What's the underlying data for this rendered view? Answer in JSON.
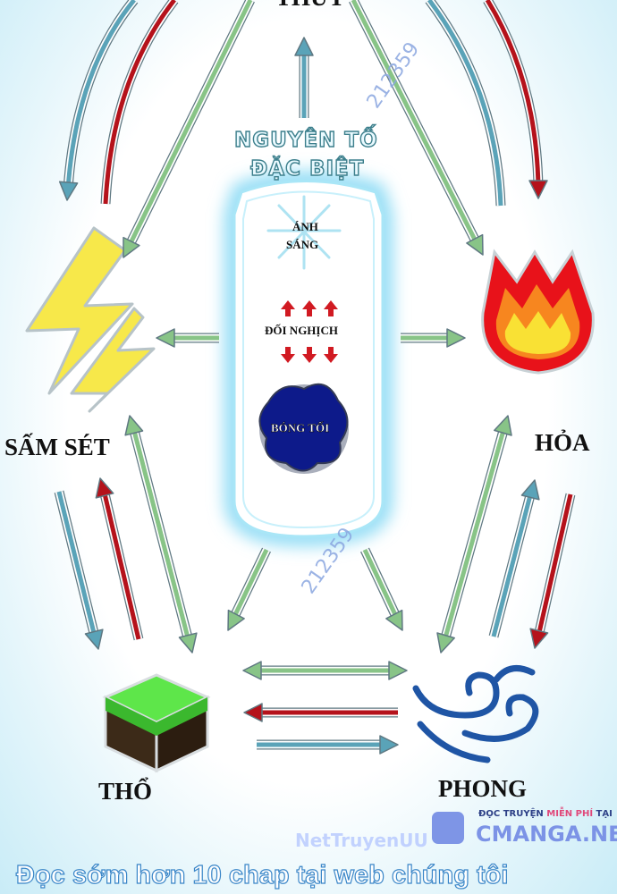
{
  "nodes": {
    "top": "THỦY",
    "left": "SẤM SÉT",
    "right": "HỎA",
    "bottom_left": "THỔ",
    "bottom_right": "PHONG"
  },
  "center": {
    "title_line1": "NGUYÊN TỐ",
    "title_line2": "ĐẶC BIỆT",
    "light_line1": "ÁNH",
    "light_line2": "SÁNG",
    "opposition": "ĐỐI NGHỊCH",
    "darkness": "BÓNG TỐI"
  },
  "colors": {
    "generate": "#88c487",
    "overcome": "#b5121b",
    "flow": "#5aa3b8",
    "outline": "#5f7882",
    "glow": "#8fdcf5"
  },
  "watermarks": [
    "212359",
    "212359"
  ],
  "footer": {
    "banner": "Đọc sớm hơn 10 chap tại web chúng tôi",
    "logo_tagline_a": "ĐỌC TRUYỆN",
    "logo_tagline_b": "MIỄN PHÍ",
    "logo_tagline_c": "TẠI",
    "logo_name": "CMANGA.NET",
    "logo_overlay": "NetTruyenUU"
  }
}
